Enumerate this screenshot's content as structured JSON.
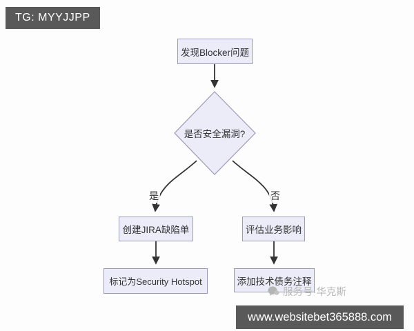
{
  "badge": {
    "text": "TG: MYYJJPP"
  },
  "flowchart": {
    "nodes": [
      {
        "id": "start",
        "type": "rect",
        "label": "发现Blocker问题"
      },
      {
        "id": "decision",
        "type": "diamond",
        "label": "是否安全漏洞?"
      },
      {
        "id": "jira",
        "type": "rect",
        "label": "创建JIRA缺陷单"
      },
      {
        "id": "assess",
        "type": "rect",
        "label": "评估业务影响"
      },
      {
        "id": "hotspot",
        "type": "rect",
        "label": "标记为Security Hotspot"
      },
      {
        "id": "debt",
        "type": "rect",
        "label": "添加技术债务注释"
      }
    ],
    "edges": [
      {
        "from": "start",
        "to": "decision",
        "label": ""
      },
      {
        "from": "decision",
        "to": "jira",
        "label": "是"
      },
      {
        "from": "decision",
        "to": "assess",
        "label": "否"
      },
      {
        "from": "jira",
        "to": "hotspot",
        "label": ""
      },
      {
        "from": "assess",
        "to": "debt",
        "label": ""
      }
    ],
    "colors": {
      "node_fill": "#ececf9",
      "node_border": "#9a9ab8",
      "arrow": "#333333",
      "text": "#333333"
    }
  },
  "watermark": {
    "icon": "chat-bubble-icon",
    "text": "服务号·华克斯"
  },
  "footer": {
    "url": "www.websitebet365888.com",
    "bar_color": "#595959"
  }
}
